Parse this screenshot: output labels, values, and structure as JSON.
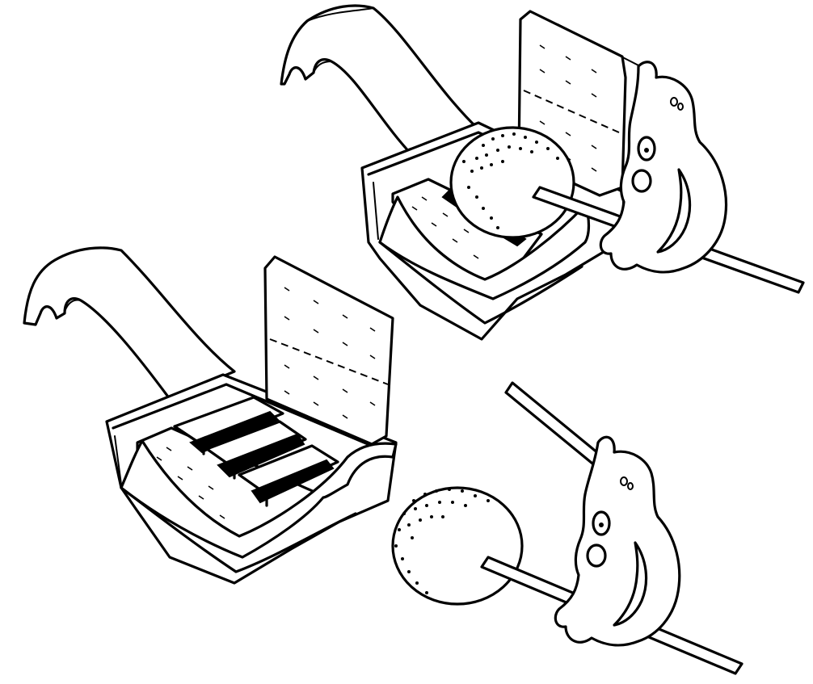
{
  "image": {
    "kind": "line-art illustration",
    "colors": {
      "ink": "#000000",
      "paper": "#ffffff"
    },
    "panels": [
      {
        "id": "tray-with-fuzzy-ball-and-mascot-stick"
      },
      {
        "id": "tray-with-three-bars"
      },
      {
        "id": "fuzzy-ball-on-mascot-stick"
      }
    ]
  }
}
